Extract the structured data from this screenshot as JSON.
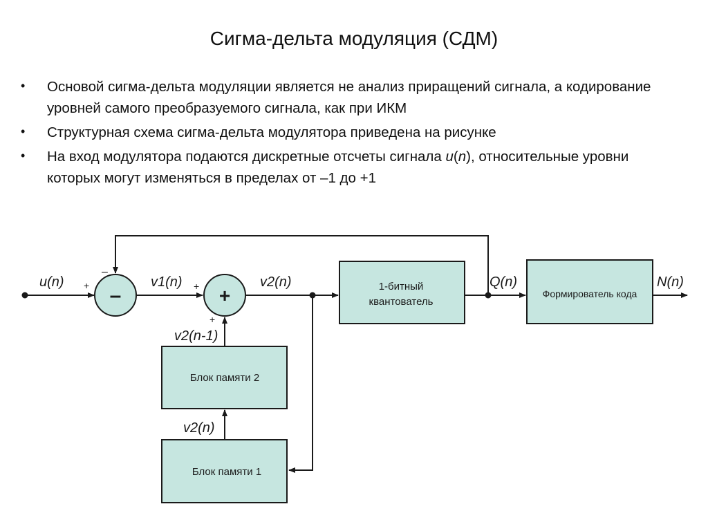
{
  "title": "Сигма-дельта модуляция (СДМ)",
  "bullets": [
    {
      "text": "Основой сигма-дельта модуляции является не анализ приращений сигнала, а кодирование уровней самого преобразуемого сигнала, как при ИКМ"
    },
    {
      "text": "Структурная схема сигма-дельта модулятора приведена на рисунке"
    },
    {
      "pre": "На вход модулятора подаются дискретные отсчеты сигнала ",
      "ital": "u",
      "mid": "(",
      "ital2": "n",
      "post": "), относительные уровни которых могут изменяться в пределах от –1 до +1"
    }
  ],
  "diagram": {
    "colors": {
      "block_fill": "#c6e6e0",
      "line": "#1a1a1a"
    },
    "blocks": {
      "quantizer_line1": "1-битный",
      "quantizer_line2": "квантователь",
      "encoder": "Формирователь кода",
      "memory2": "Блок памяти 2",
      "memory1": "Блок памяти 1"
    },
    "nodes": {
      "subtractor_symbol": "–",
      "adder_symbol": "+"
    },
    "signals": {
      "input_u": "u(n)",
      "v1": "v1(n)",
      "v2": "v2(n)",
      "v2_prev": "v2(n-1)",
      "v2_mem": "v2(n)",
      "q": "Q(n)",
      "output_n": "N(n)"
    },
    "signs": {
      "sub_plus": "+",
      "sub_minus": "–",
      "add_plus_left": "+",
      "add_plus_bottom": "+"
    }
  }
}
